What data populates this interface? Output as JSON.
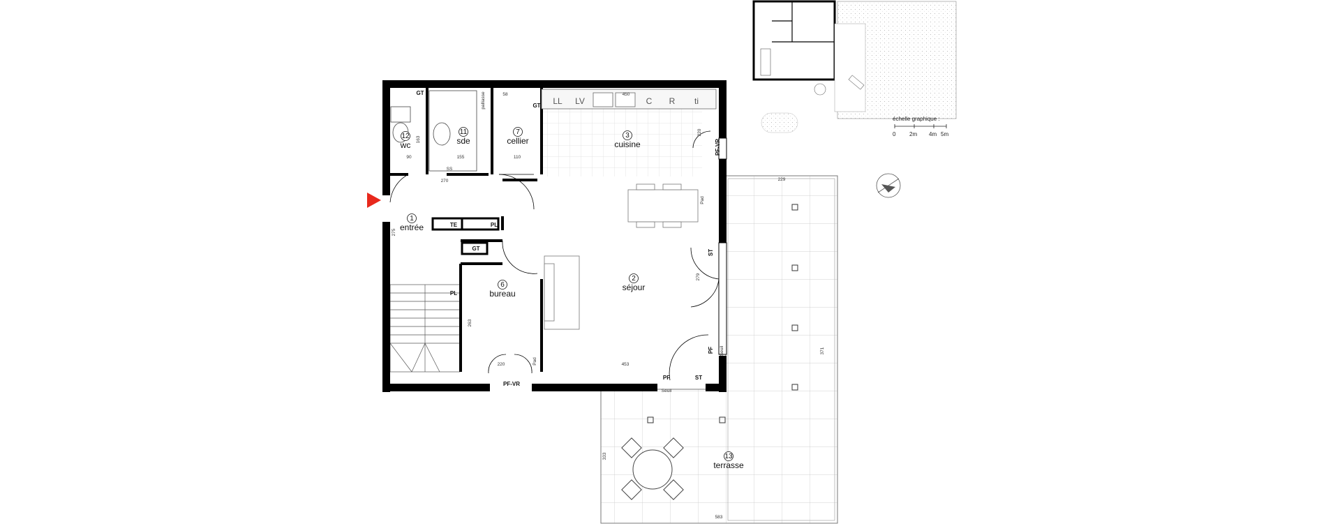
{
  "rooms": [
    {
      "num": "1",
      "name": "entrée"
    },
    {
      "num": "2",
      "name": "séjour"
    },
    {
      "num": "3",
      "name": "cuisine"
    },
    {
      "num": "6",
      "name": "bureau"
    },
    {
      "num": "7",
      "name": "cellier"
    },
    {
      "num": "11",
      "name": "sde"
    },
    {
      "num": "12",
      "name": "wc"
    },
    {
      "num": "13",
      "name": "terrasse"
    }
  ],
  "abbreviations": {
    "gt": "GT",
    "te": "TE",
    "pl": "PL",
    "ll": "LL",
    "lv": "LV",
    "c": "C",
    "r": "R",
    "ti": "ti",
    "pfvr": "PF-VR",
    "pf": "PF",
    "st": "ST",
    "seuil": "Seuil",
    "pad": "Pad",
    "palliasse": "palliasse",
    "ss": "SS"
  },
  "dimensions": {
    "d_270": "270",
    "d_90": "90",
    "d_155": "155",
    "d_110": "110",
    "d_58": "58",
    "d_450": "450",
    "d_229": "229",
    "d_220": "220",
    "d_453": "453",
    "d_583": "583",
    "d_333": "333",
    "d_371": "371",
    "d_279": "279",
    "d_263": "263",
    "d_275": "275",
    "d_163": "163"
  },
  "scale": {
    "title": "échelle graphique :",
    "ticks": [
      "0",
      "2m",
      "4m",
      "5m"
    ]
  },
  "colors": {
    "wall": "#000000",
    "entry_marker": "#e8281c",
    "grid": "#d9d9d9",
    "terrace_grid": "#bdbdbd"
  }
}
